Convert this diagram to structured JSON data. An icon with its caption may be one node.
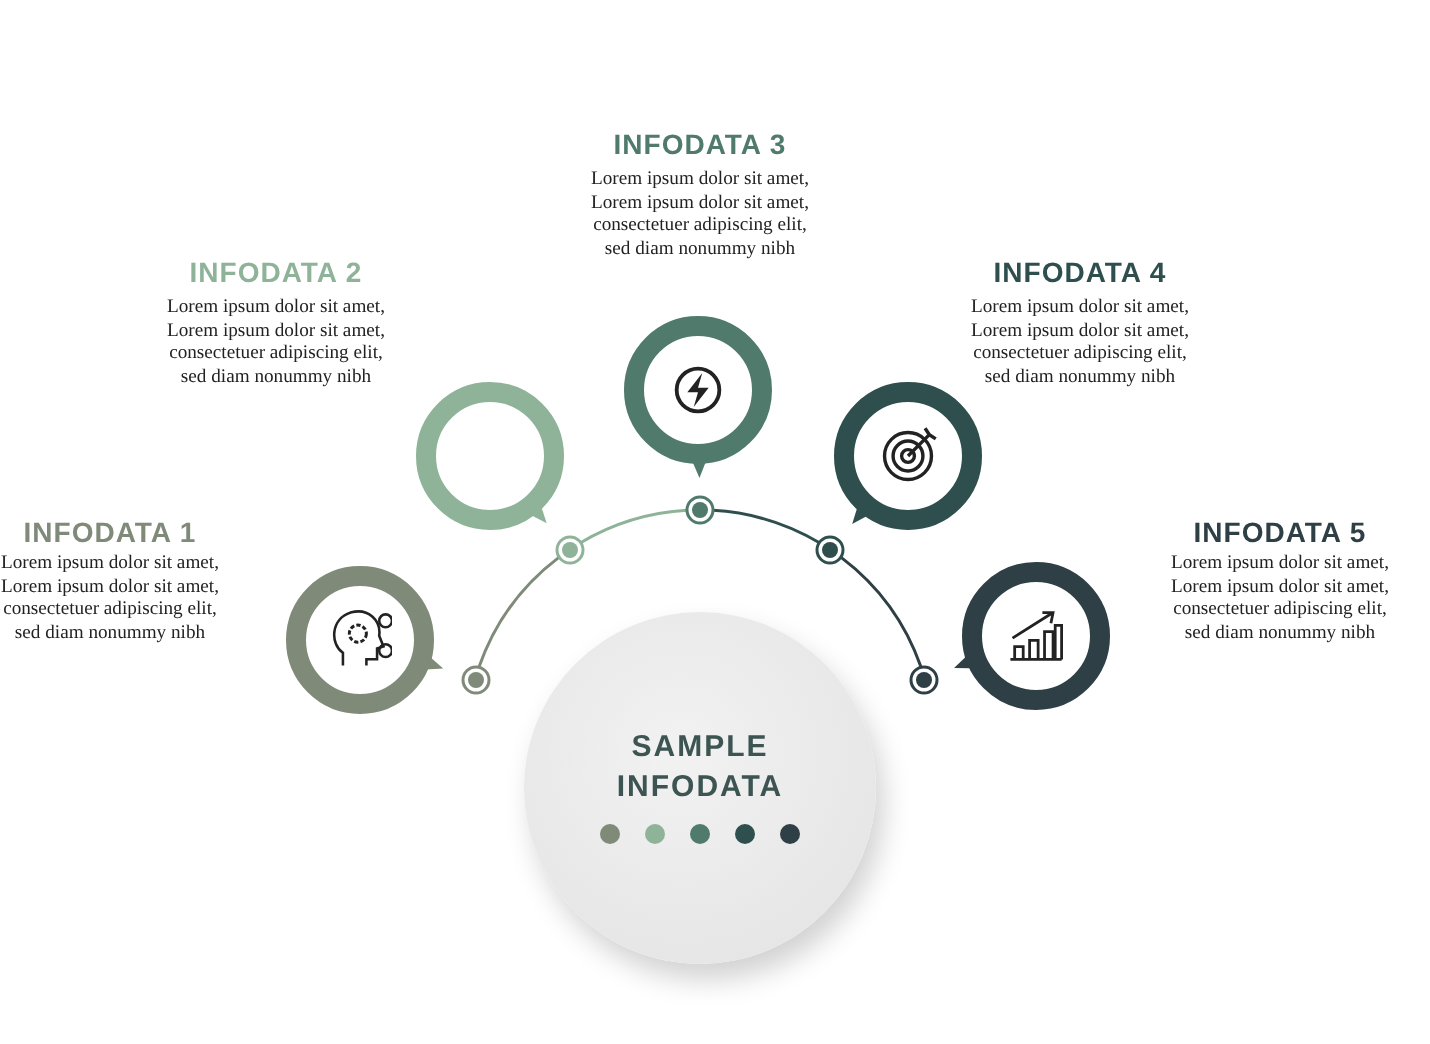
{
  "diagram": {
    "nodes": [
      {
        "text": [],
        "shape": "circle",
        "beside": [
          "INFODATA 1",
          "Lorem ipsum dolor sit amet, Lorem ipsum dolor sit amet, consectetuer adipiscing elit, sed diam nonummy nibh"
        ]
      },
      {
        "text": [],
        "shape": "circle",
        "beside": [
          "INFODATA 2",
          "Lorem ipsum dolor sit amet, Lorem ipsum dolor sit amet, consectetuer adipiscing elit, sed diam nonummy nibh"
        ]
      },
      {
        "text": [],
        "shape": "circle",
        "beside": [
          "INFODATA 3",
          "Lorem ipsum dolor sit amet, Lorem ipsum dolor sit amet, consectetuer adipiscing elit, sed diam nonummy nibh"
        ]
      },
      {
        "text": [],
        "shape": "circle",
        "beside": [
          "INFODATA 4",
          "Lorem ipsum dolor sit amet, Lorem ipsum dolor sit amet, consectetuer adipiscing elit, sed diam nonummy nibh"
        ]
      },
      {
        "text": [],
        "shape": "circle",
        "beside": [
          "INFODATA 5",
          "Lorem ipsum dolor sit amet, Lorem ipsum dolor sit amet, consectetuer adipiscing elit, sed diam nonummy nibh"
        ]
      },
      {
        "text": [
          "SAMPLE INFODATA"
        ]
      },
      {
        "text": [],
        "shape": "circle"
      },
      {
        "text": [],
        "shape": "circle"
      },
      {
        "text": [],
        "shape": "circle"
      },
      {
        "text": [],
        "shape": "circle"
      },
      {
        "text": [],
        "shape": "circle"
      }
    ],
    "edges": [
      {
        "from": 6,
        "to": 7,
        "arrow": "none",
        "color": "#7f8a78"
      },
      {
        "from": 7,
        "to": 8,
        "arrow": "none",
        "color": "#8fb399"
      },
      {
        "from": 8,
        "to": 9,
        "arrow": "none",
        "color": "#2f4f4f"
      },
      {
        "from": 9,
        "to": 10,
        "arrow": "none",
        "color": "#2e3f45"
      }
    ]
  }
}
